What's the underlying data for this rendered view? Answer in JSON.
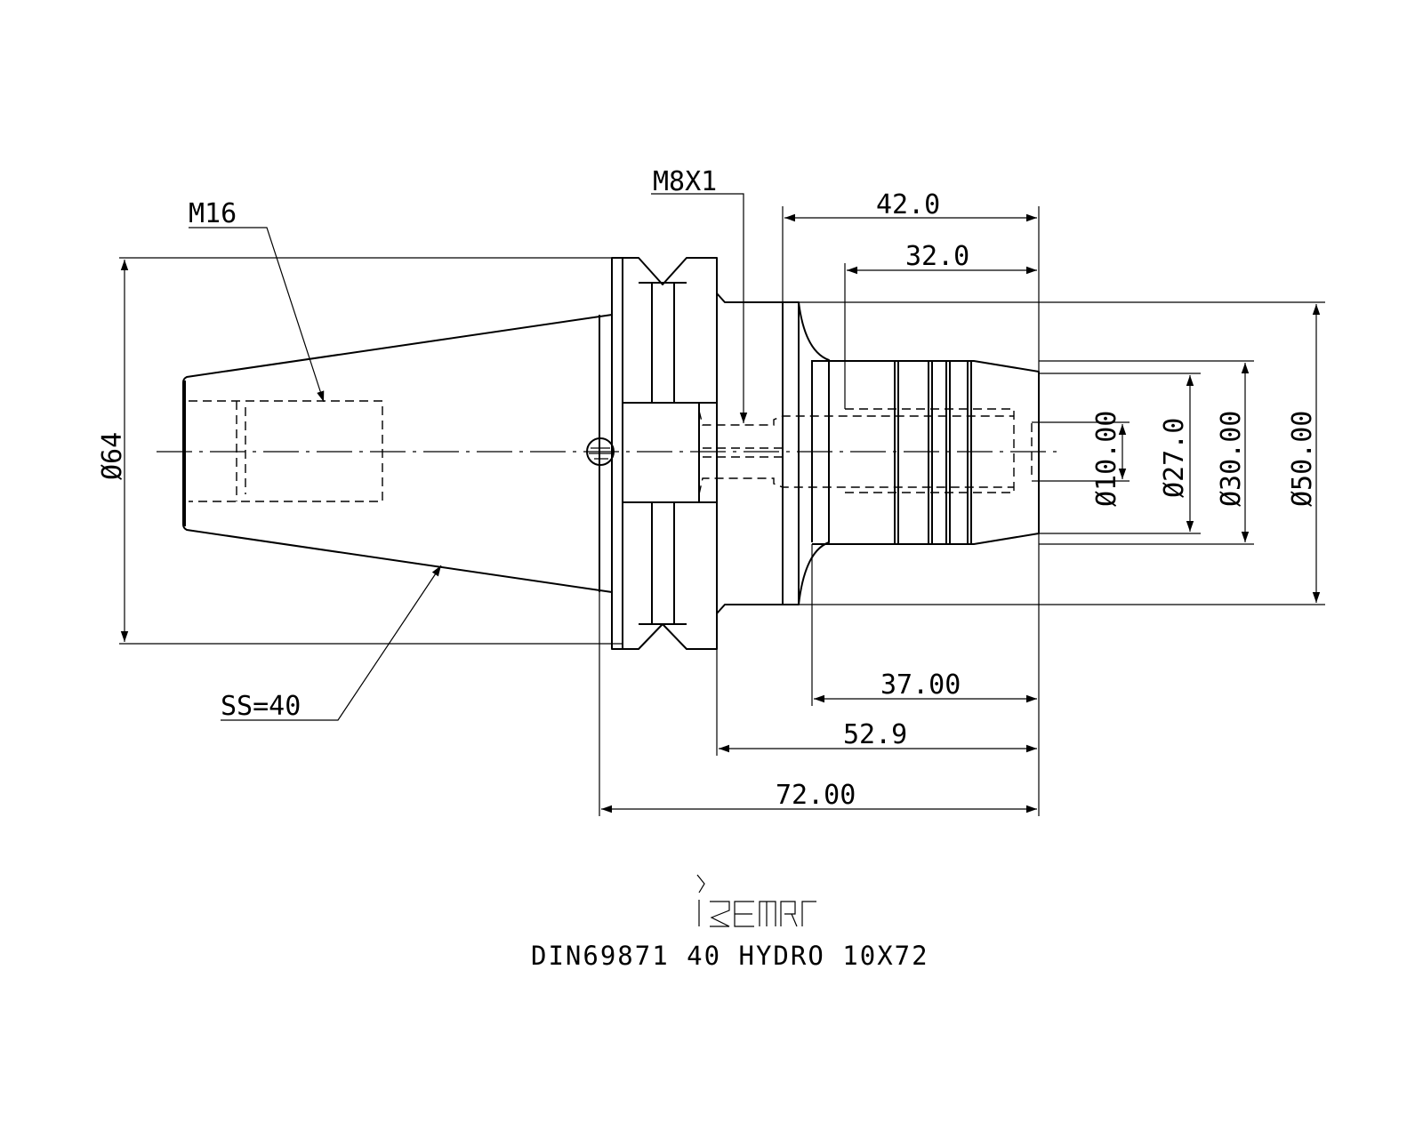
{
  "labels": {
    "thread_m16": "M16",
    "thread_m8x1": "M8X1",
    "ss": "SS=40",
    "dia_64": "Ø64",
    "dia_10": "Ø10.00",
    "dia_27": "Ø27.0",
    "dia_30": "Ø30.00",
    "dia_50": "Ø50.00"
  },
  "dimensions": {
    "len_42": "42.0",
    "len_32": "32.0",
    "len_37": "37.00",
    "len_52_9": "52.9",
    "len_72": "72.00"
  },
  "title_block": {
    "logo_text": "iscar",
    "part_name": "DIN69871 40 HYDRO 10X72"
  }
}
